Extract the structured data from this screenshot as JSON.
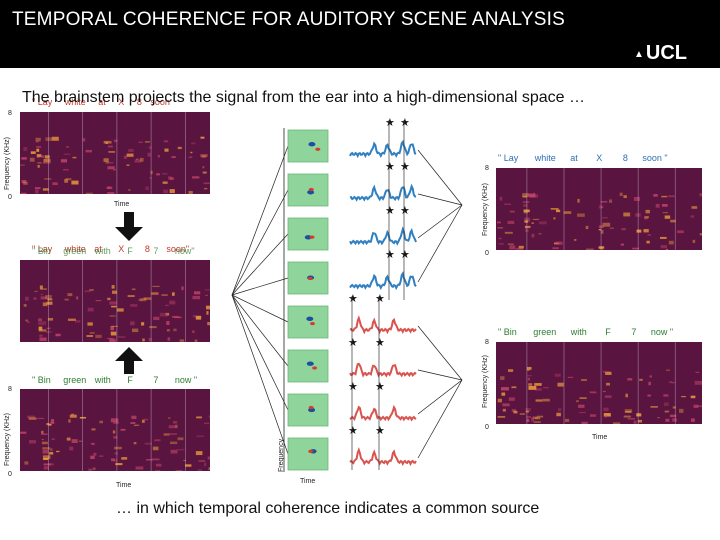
{
  "header": {
    "title": "TEMPORAL COHERENCE FOR AUDITORY SCENE ANALYSIS",
    "logo_text": "UCL"
  },
  "subtitle": "The brainstem projects the signal from the ear into a high-dimensional space …",
  "caption": "… in which temporal coherence indicates a common source",
  "left_top_spectrogram": {
    "ylabel": "Frequency (KHz)",
    "y_top": "8",
    "y_bottom": "0",
    "xlabel": "Time",
    "words": [
      "\" Lay",
      "white",
      "at",
      "X",
      "8",
      "soon"
    ]
  },
  "mixture": {
    "line1": [
      "\" Lay",
      "white",
      "at",
      "X",
      "8",
      "soon\""
    ],
    "line2": [
      "\" Bin",
      "green",
      "with",
      "F",
      "7",
      "now\""
    ]
  },
  "left_bottom_spectrogram": {
    "ylabel": "Frequency (KHz)",
    "y_top": "8",
    "y_bottom": "0",
    "xlabel": "Time",
    "words": [
      "\" Bin",
      "green",
      "with",
      "F",
      "7",
      "now \""
    ]
  },
  "center": {
    "ylabel": "Frequency",
    "xlabel": "Time",
    "panel_count": 8
  },
  "right_top_spectrogram": {
    "ylabel": "Frequency (KHz)",
    "y_top": "8",
    "y_bottom": "0",
    "words": [
      "\" Lay",
      "white",
      "at",
      "X",
      "8",
      "soon \""
    ]
  },
  "right_bottom_spectrogram": {
    "ylabel": "Frequency (KHz)",
    "y_top": "8",
    "y_bottom": "0",
    "xlabel": "Time",
    "words": [
      "\" Bin",
      "green",
      "with",
      "F",
      "7",
      "now \""
    ]
  },
  "colors": {
    "header_bg": "#000000",
    "speaker_a": "#2f7fc1",
    "speaker_b": "#d9534f",
    "spectrogram_dark": "#5a1440",
    "spectrogram_bright": "#f2a33a",
    "panel_bg": "#8fd49a"
  }
}
